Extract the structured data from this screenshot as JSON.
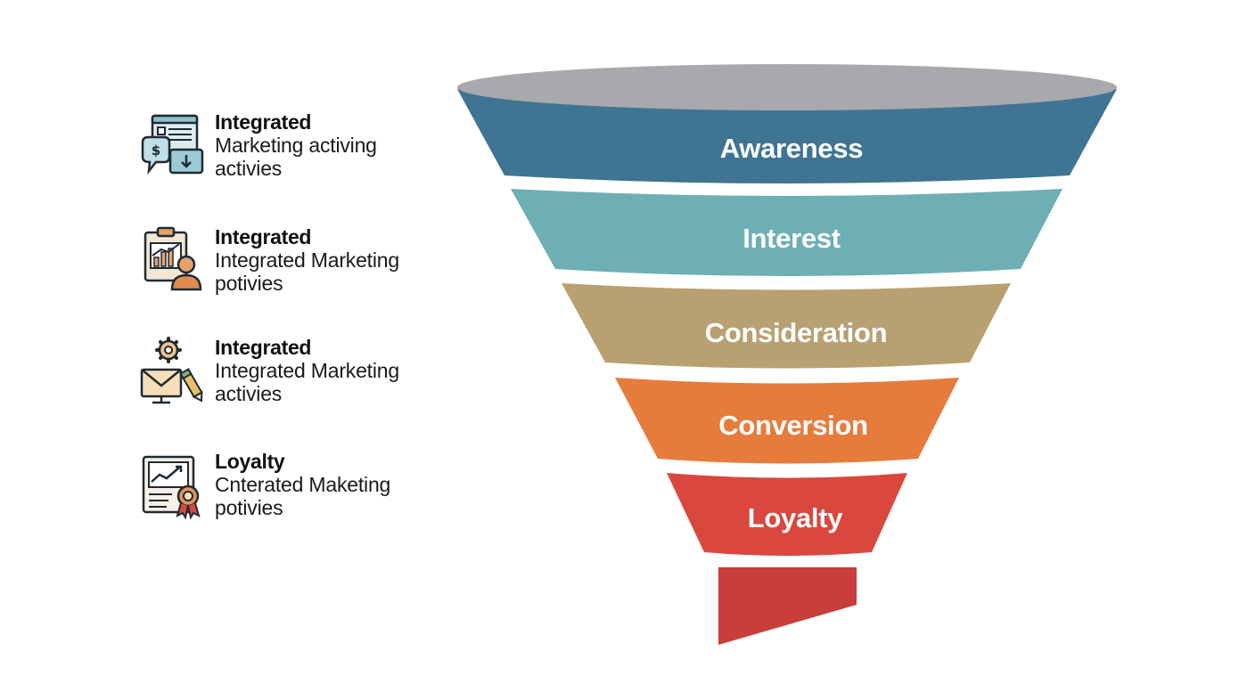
{
  "legend": [
    {
      "icon": "billboard-chat-icon",
      "title": "Integrated",
      "desc_line1": "Marketing activing",
      "desc_line2": "activies"
    },
    {
      "icon": "chart-person-icon",
      "title": "Integrated",
      "desc_line1": "Integrated Marketing",
      "desc_line2": "potivies"
    },
    {
      "icon": "gear-mail-icon",
      "title": "Integrated",
      "desc_line1": "Integrated Marketing",
      "desc_line2": "activies"
    },
    {
      "icon": "chart-badge-icon",
      "title": "Loyalty",
      "desc_line1": "Cnterated Maketing",
      "desc_line2": "potivies"
    }
  ],
  "funnel": {
    "stages": [
      {
        "label": "Awareness",
        "color": "#3f7493"
      },
      {
        "label": "Interest",
        "color": "#6eafb3"
      },
      {
        "label": "Consideration",
        "color": "#b8a071"
      },
      {
        "label": "Conversion",
        "color": "#e67c3c"
      },
      {
        "label": "Loyalty",
        "color": "#d9473f"
      }
    ],
    "rim_color": "#a7a9ac",
    "tail_color": "#c73e3a"
  }
}
